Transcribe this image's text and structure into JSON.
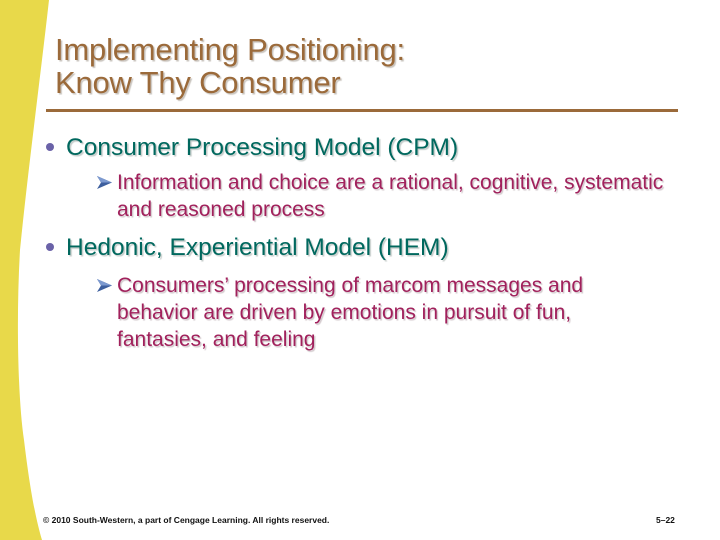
{
  "slide": {
    "title": {
      "line1": "Implementing Positioning:",
      "line2": "Know Thy Consumer"
    },
    "bullets": [
      {
        "text": "Consumer Processing Model (CPM)",
        "icon": "round-bullet",
        "sub": [
          {
            "icon": "arrowhead-bullet",
            "text": "Information and choice are a rational, cognitive, systematic and reasoned process"
          }
        ]
      },
      {
        "text": "Hedonic, Experiential Model (HEM)",
        "icon": "round-bullet",
        "sub": [
          {
            "icon": "arrowhead-bullet",
            "text": "Consumers’ processing of marcom messages and behavior are driven by emotions in pursuit of fun, fantasies, and feeling"
          }
        ]
      }
    ],
    "footer": {
      "copyright": "© 2010 South-Western, a part of Cengage Learning. All rights reserved.",
      "page_number": "5–22"
    },
    "colors": {
      "title": "#9b6a3a",
      "bullet_text": "#00685e",
      "sub_text": "#a1215c",
      "bullet_dot": "#6a62a8",
      "arrow": "#3d5f9e",
      "band": "#e8d94a"
    }
  }
}
